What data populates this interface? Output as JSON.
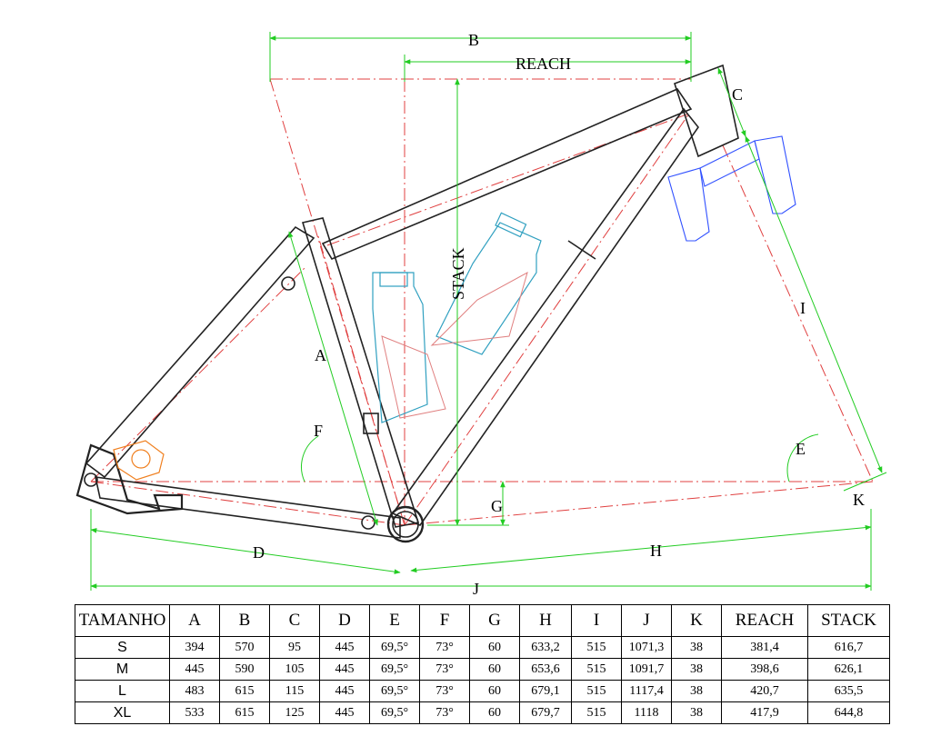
{
  "diagram": {
    "dimension_labels": {
      "A": "A",
      "B": "B",
      "C": "C",
      "D": "D",
      "E_head": "E",
      "E_seat": "F",
      "G": "G",
      "H": "H",
      "I": "I",
      "J": "J",
      "K": "K",
      "reach": "REACH",
      "stack": "STACK"
    },
    "colors": {
      "frame": "#222222",
      "dimension": "#22cc22",
      "centerline": "#e04040",
      "bottle": "#30a0c0",
      "fork": "#3050ff",
      "caliper": "#f08020"
    }
  },
  "table": {
    "headers": [
      "TAMANHO",
      "A",
      "B",
      "C",
      "D",
      "E",
      "F",
      "G",
      "H",
      "I",
      "J",
      "K",
      "REACH",
      "STACK"
    ],
    "rows": [
      [
        "S",
        "394",
        "570",
        "95",
        "445",
        "69,5°",
        "73°",
        "60",
        "633,2",
        "515",
        "1071,3",
        "38",
        "381,4",
        "616,7"
      ],
      [
        "M",
        "445",
        "590",
        "105",
        "445",
        "69,5°",
        "73°",
        "60",
        "653,6",
        "515",
        "1091,7",
        "38",
        "398,6",
        "626,1"
      ],
      [
        "L",
        "483",
        "615",
        "115",
        "445",
        "69,5°",
        "73°",
        "60",
        "679,1",
        "515",
        "1117,4",
        "38",
        "420,7",
        "635,5"
      ],
      [
        "XL",
        "533",
        "615",
        "125",
        "445",
        "69,5°",
        "73°",
        "60",
        "679,7",
        "515",
        "1118",
        "38",
        "417,9",
        "644,8"
      ]
    ]
  }
}
